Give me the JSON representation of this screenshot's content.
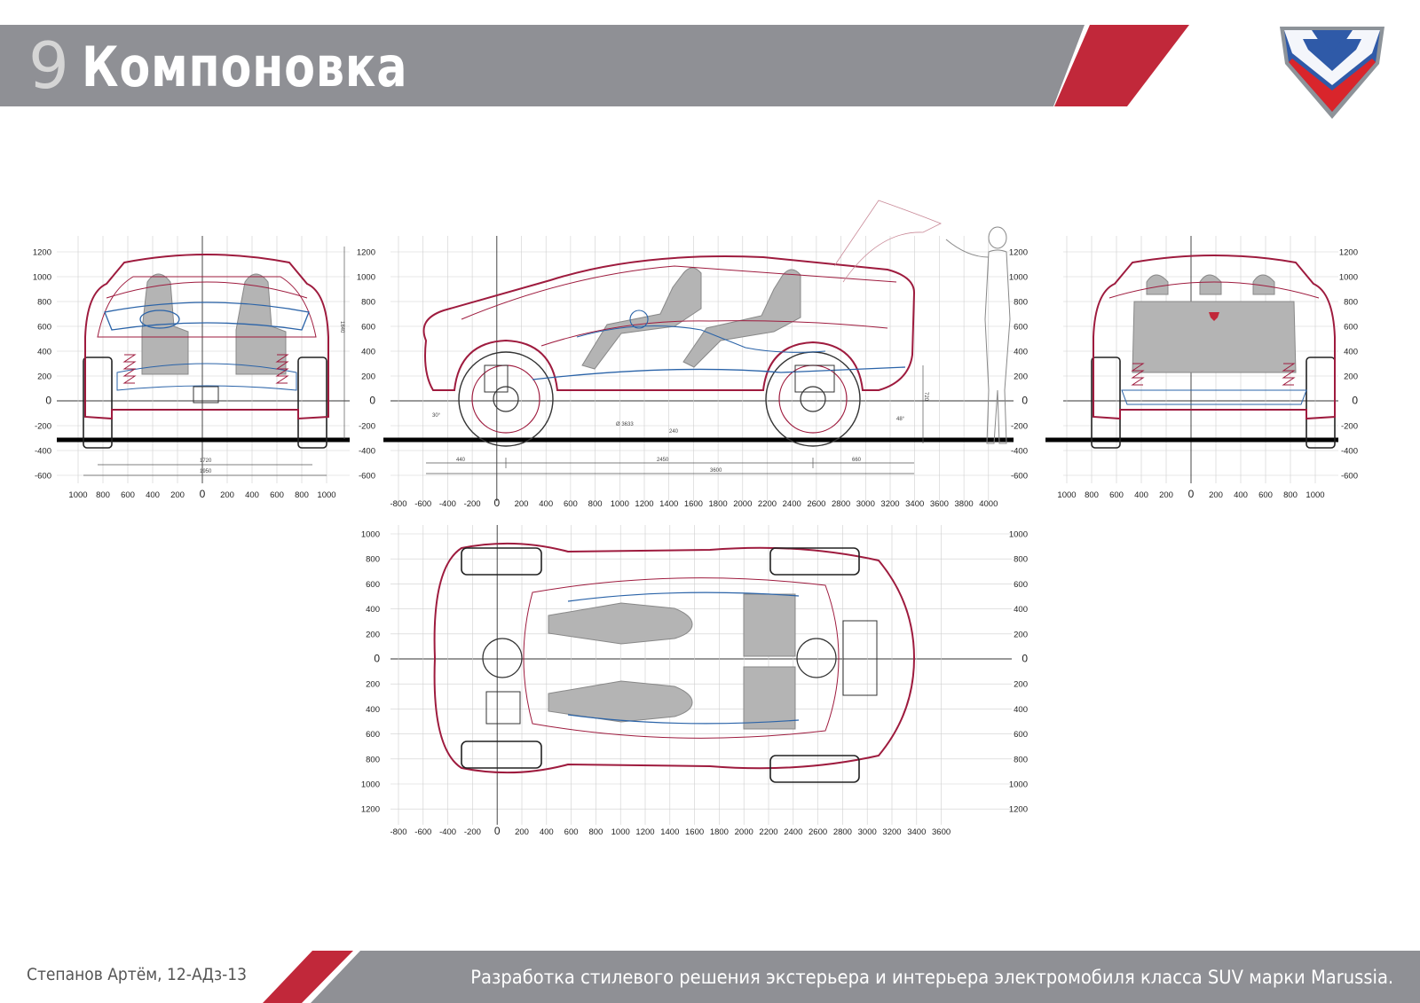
{
  "header": {
    "slide_number": "9",
    "title": "Компоновка"
  },
  "colors": {
    "band_gray": "#8f9095",
    "accent_red": "#c1283a",
    "body_line": "#9e1b3e",
    "package_blue": "#2a63a8",
    "occupant_gray": "#b4b4b4",
    "grid": "#cfcfcf",
    "logo_blue": "#2f5aa8",
    "logo_red": "#d9252b"
  },
  "logo": {
    "icon": "marussia-shield-icon"
  },
  "views": {
    "front": {
      "y_ticks": [
        "1200",
        "1000",
        "800",
        "600",
        "400",
        "200",
        "0",
        "-200",
        "-400",
        "-600"
      ],
      "x_ticks": [
        "1000",
        "800",
        "600",
        "400",
        "200",
        "0",
        "200",
        "400",
        "600",
        "800",
        "1000"
      ],
      "dims": [
        "1720",
        "1950",
        "1840"
      ]
    },
    "side": {
      "y_ticks": [
        "1200",
        "1000",
        "800",
        "600",
        "400",
        "200",
        "0",
        "-200",
        "-400",
        "-600"
      ],
      "x_ticks": [
        "-800",
        "-600",
        "-400",
        "-200",
        "0",
        "200",
        "400",
        "600",
        "800",
        "1000",
        "1200",
        "1400",
        "1600",
        "1800",
        "2000",
        "2200",
        "2400",
        "2600",
        "2800",
        "3000",
        "3200",
        "3400",
        "3600",
        "3800",
        "4000"
      ],
      "dims": [
        "440",
        "2450",
        "660",
        "3600",
        "240",
        "Ø 3633",
        "720",
        "30°",
        "48°"
      ]
    },
    "rear": {
      "y_ticks": [
        "1200",
        "1000",
        "800",
        "600",
        "400",
        "200",
        "0",
        "-200",
        "-400",
        "-600"
      ],
      "x_ticks": [
        "1000",
        "800",
        "600",
        "400",
        "200",
        "0",
        "200",
        "400",
        "600",
        "800",
        "1000"
      ]
    },
    "top": {
      "y_ticks": [
        "1000",
        "800",
        "600",
        "400",
        "200",
        "0",
        "200",
        "400",
        "600",
        "800",
        "1000",
        "1200"
      ],
      "x_ticks": [
        "-800",
        "-600",
        "-400",
        "-200",
        "0",
        "200",
        "400",
        "600",
        "800",
        "1000",
        "1200",
        "1400",
        "1600",
        "1800",
        "2000",
        "2200",
        "2400",
        "2600",
        "2800",
        "3000",
        "3200",
        "3400",
        "3600"
      ]
    }
  },
  "footer": {
    "author": "Степанов Артём, 12-АДз-13",
    "project_title": "Разработка стилевого решения экстерьера и интерьера электромобиля класса SUV марки Marussia."
  }
}
